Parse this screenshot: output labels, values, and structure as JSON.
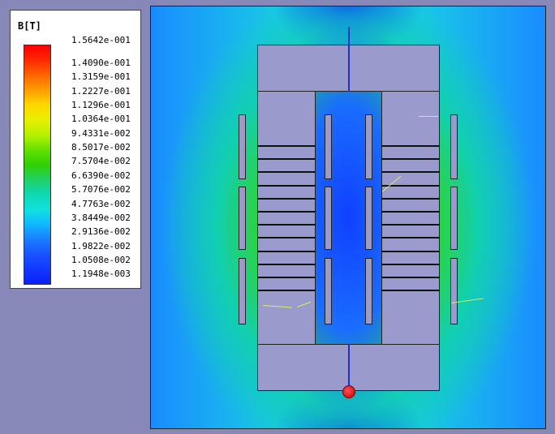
{
  "legend": {
    "title": "B[T]",
    "ticks": [
      "1.5642e-001",
      "1.4090e-001",
      "1.3159e-001",
      "1.2227e-001",
      "1.1296e-001",
      "1.0364e-001",
      "9.4331e-002",
      "8.5017e-002",
      "7.5704e-002",
      "6.6390e-002",
      "5.7076e-002",
      "4.7763e-002",
      "3.8449e-002",
      "2.9136e-002",
      "1.9822e-002",
      "1.0508e-002",
      "1.1948e-003"
    ]
  },
  "colors": {
    "core": "#9a9acc",
    "background": "#8888b8",
    "probe": "#d00000"
  }
}
